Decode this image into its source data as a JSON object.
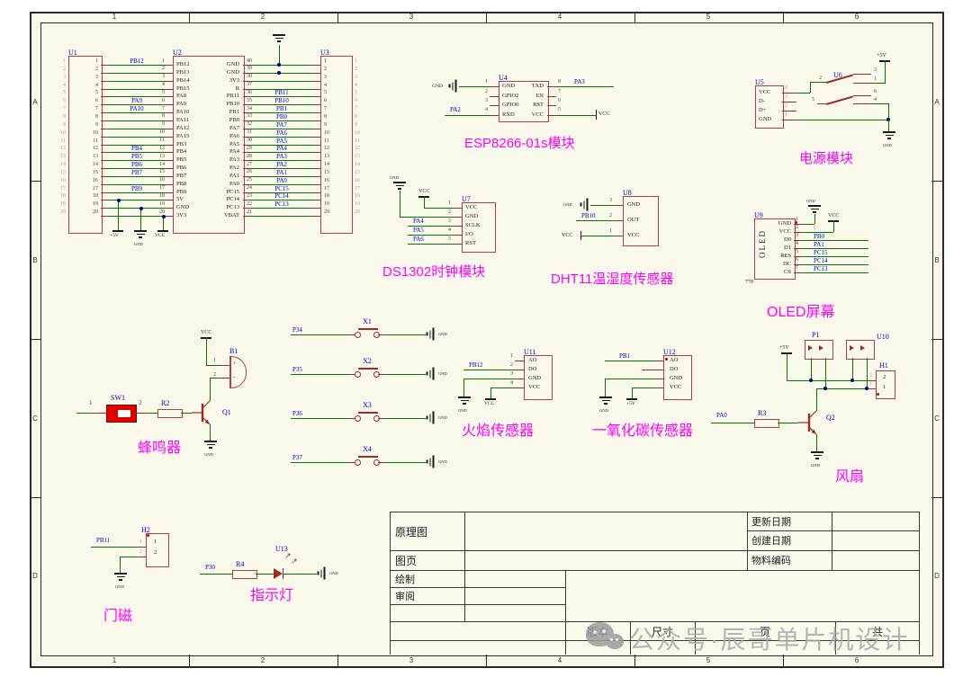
{
  "sheet": {
    "zones_top": [
      "1",
      "2",
      "3",
      "4",
      "5",
      "6"
    ],
    "zones_side": [
      "A",
      "B",
      "C",
      "D"
    ]
  },
  "colors": {
    "wire": "#007B00",
    "outline": "#B0413E",
    "net": "#0000D8",
    "title": "#FF00FF",
    "paper": "#FBF8EC"
  },
  "mcu": {
    "u1": "U1",
    "u2": "U2",
    "u3": "U3",
    "pwr": [
      "+5V",
      "GND",
      "VCC"
    ],
    "gnd_label": "GND",
    "rows": [
      {
        "n": "1",
        "ln": "PB12",
        "lnm": "PB12",
        "rnm": "GND",
        "rp": "40",
        "rn": ""
      },
      {
        "n": "2",
        "ln": "",
        "lnm": "PB13",
        "rnm": "GND",
        "rp": "39",
        "rn": ""
      },
      {
        "n": "3",
        "ln": "",
        "lnm": "PB14",
        "rnm": "3V3",
        "rp": "38",
        "rn": ""
      },
      {
        "n": "4",
        "ln": "",
        "lnm": "PB15",
        "rnm": "R",
        "rp": "37",
        "rn": ""
      },
      {
        "n": "5",
        "ln": "",
        "lnm": "PA8",
        "rnm": "PB11",
        "rp": "36",
        "rn": "PB11"
      },
      {
        "n": "6",
        "ln": "PA9",
        "lnm": "PA9",
        "rnm": "PB10",
        "rp": "35",
        "rn": "PB10"
      },
      {
        "n": "7",
        "ln": "PA10",
        "lnm": "PA10",
        "rnm": "PB1",
        "rp": "34",
        "rn": "PB1"
      },
      {
        "n": "8",
        "ln": "",
        "lnm": "PA11",
        "rnm": "PB0",
        "rp": "33",
        "rn": "PB0"
      },
      {
        "n": "9",
        "ln": "",
        "lnm": "PA12",
        "rnm": "PA7",
        "rp": "32",
        "rn": "PA7"
      },
      {
        "n": "10",
        "ln": "",
        "lnm": "PA15",
        "rnm": "PA6",
        "rp": "31",
        "rn": "PA6"
      },
      {
        "n": "11",
        "ln": "",
        "lnm": "PB3",
        "rnm": "PA5",
        "rp": "30",
        "rn": "PA5"
      },
      {
        "n": "12",
        "ln": "PB4",
        "lnm": "PB4",
        "rnm": "PA4",
        "rp": "29",
        "rn": "PA4"
      },
      {
        "n": "13",
        "ln": "PB5",
        "lnm": "PB5",
        "rnm": "PA3",
        "rp": "28",
        "rn": "PA3"
      },
      {
        "n": "14",
        "ln": "PB6",
        "lnm": "PB6",
        "rnm": "PA2",
        "rp": "27",
        "rn": "PA2"
      },
      {
        "n": "15",
        "ln": "PB7",
        "lnm": "PB7",
        "rnm": "PA1",
        "rp": "26",
        "rn": "PA1"
      },
      {
        "n": "16",
        "ln": "",
        "lnm": "PB8",
        "rnm": "PA0",
        "rp": "25",
        "rn": "PA0"
      },
      {
        "n": "17",
        "ln": "PB9",
        "lnm": "PB9",
        "rnm": "PC15",
        "rp": "24",
        "rn": "PC15"
      },
      {
        "n": "18",
        "ln": "",
        "lnm": "5V",
        "rnm": "PC14",
        "rp": "23",
        "rn": "PC14"
      },
      {
        "n": "19",
        "ln": "",
        "lnm": "GND",
        "rnm": "PC13",
        "rp": "22",
        "rn": "PC13"
      },
      {
        "n": "20",
        "ln": "",
        "lnm": "3V3",
        "rnm": "VBAT",
        "rp": "21",
        "rn": ""
      }
    ]
  },
  "esp8266": {
    "designator": "U4",
    "left_pins": [
      "GND",
      "GPIO2",
      "GPIO0",
      "RXD"
    ],
    "left_nums": [
      "1",
      "2",
      "3",
      "4"
    ],
    "right_pins": [
      "TXD",
      "EN",
      "RST",
      "VCC"
    ],
    "right_nums": [
      "8",
      "7",
      "6",
      "5"
    ],
    "net_rx": "PA2",
    "net_tx": "PA3",
    "gnd": "GND",
    "vcc": "VCC",
    "title": "ESP8266-01s模块"
  },
  "power_module": {
    "u5": "U5",
    "u6": "U6",
    "u5_pins": [
      "VCC",
      "D-",
      "D+",
      "GND"
    ],
    "u5_nums": [
      "4",
      "3",
      "2",
      "1"
    ],
    "sw_nums": [
      "2",
      "3",
      "1",
      "5",
      "6",
      "4"
    ],
    "plus5v": "+5V",
    "gnd": "GND",
    "title": "电源模块"
  },
  "ds1302": {
    "designator": "U7",
    "pins": [
      "VCC",
      "GND",
      "SCLK",
      "I/O",
      "RST"
    ],
    "nums": [
      "1",
      "2",
      "3",
      "4",
      "5"
    ],
    "nets": [
      "PA4",
      "PA5",
      "PA6"
    ],
    "gnd": "GND",
    "vcc": "VCC",
    "title": "DS1302时钟模块"
  },
  "dht11": {
    "designator": "U8",
    "pins": [
      "GND",
      "OUT",
      "VCC"
    ],
    "nums": [
      "3",
      "2",
      "1"
    ],
    "net": "PB10",
    "gnd": "GND",
    "vcc": "VCC",
    "title": "DHT11温湿度传感器"
  },
  "oled": {
    "designator": "U9",
    "label": "OLED",
    "pins": [
      "GND",
      "VCC",
      "D0",
      "D1",
      "RES",
      "DC",
      "CS"
    ],
    "nums": [
      "1",
      "2",
      "3",
      "4",
      "5",
      "6",
      "7"
    ],
    "nets": [
      "PB0",
      "PA1",
      "PC15",
      "PC14",
      "PC13"
    ],
    "gnd": "GND",
    "vcc": "VCC",
    "sub": "770",
    "title": "OLED屏幕"
  },
  "buzzer": {
    "sw": "SW1",
    "res": "R2",
    "q": "Q1",
    "b": "B1",
    "pin1": "1",
    "pin2": "2",
    "plus": "+",
    "minus": "-",
    "vcc": "VCC",
    "gnd": "GND",
    "title": "蜂鸣器"
  },
  "keys": {
    "gnd": "GND",
    "items": [
      {
        "label": "X1",
        "net": "P34"
      },
      {
        "label": "X2",
        "net": "P35"
      },
      {
        "label": "X3",
        "net": "P36"
      },
      {
        "label": "X4",
        "net": "P37"
      }
    ]
  },
  "flame": {
    "designator": "U11",
    "pins": [
      "AO",
      "DO",
      "GND",
      "VCC"
    ],
    "nums": [
      "1",
      "2",
      "3",
      "4"
    ],
    "net": "PB12",
    "gnd": "GND",
    "vcc": "VCC",
    "title": "火焰传感器"
  },
  "co": {
    "designator": "U12",
    "pins": [
      "AO",
      "DO",
      "GND",
      "VCC"
    ],
    "net": "PB1",
    "gnd": "GND",
    "plus5v": "+5V",
    "title": "一氧化碳传感器"
  },
  "fan": {
    "p1": "P1",
    "u10": "U10",
    "h1": "H1",
    "res": "R3",
    "q": "Q2",
    "h1_pins": [
      "2",
      "1"
    ],
    "net": "PA0",
    "plus5v": "+5V",
    "gnd": "GND",
    "title": "风扇"
  },
  "door": {
    "designator": "H2",
    "pins": [
      "1",
      "2"
    ],
    "net": "PB11",
    "gnd": "GND",
    "title": "门磁"
  },
  "indicator": {
    "res": "R4",
    "led": "U13",
    "net": "P30",
    "gnd": "GND",
    "title": "指示灯"
  },
  "titleblock": {
    "schematic": "原理图",
    "sheet": "图页",
    "drawn": "绘制",
    "reviewed": "审阅",
    "update_date": "更新日期",
    "create_date": "创建日期",
    "material_code": "物料编码",
    "version": "版本",
    "size": "尺寸",
    "page": "页",
    "total": "共"
  },
  "watermark": {
    "text": "公众号·辰哥单片机设计"
  }
}
